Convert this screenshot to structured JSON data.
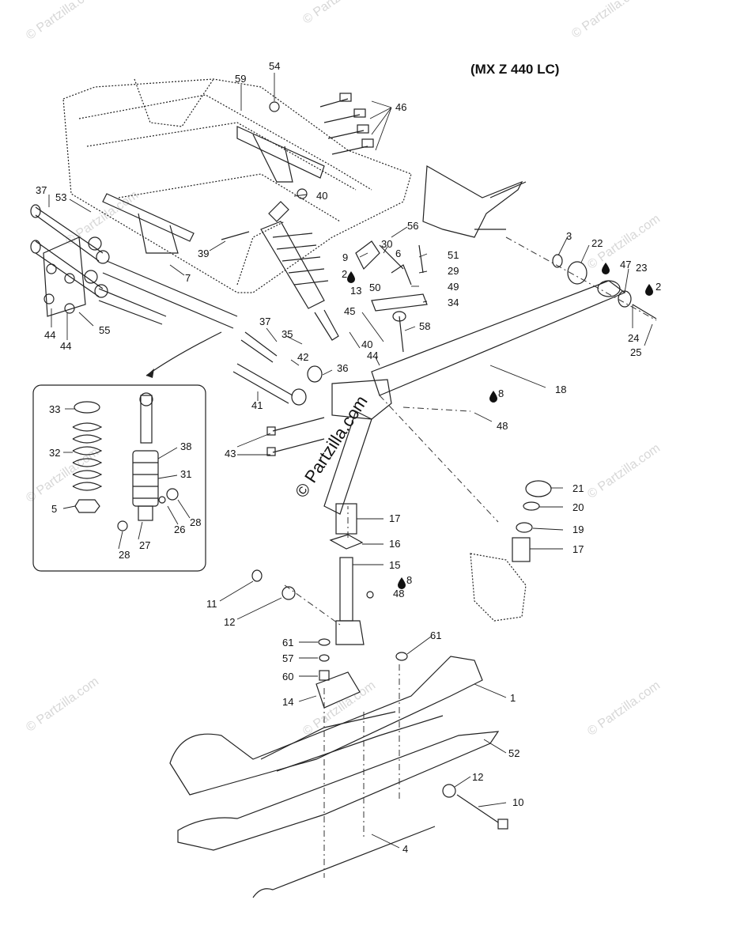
{
  "title": "(MX Z 440 LC)",
  "watermark": "© Partzilla.com",
  "callouts": [
    {
      "id": "c54",
      "label": "54"
    },
    {
      "id": "c59",
      "label": "59"
    },
    {
      "id": "c46",
      "label": "46"
    },
    {
      "id": "c37a",
      "label": "37"
    },
    {
      "id": "c53",
      "label": "53"
    },
    {
      "id": "c40a",
      "label": "40"
    },
    {
      "id": "c39",
      "label": "39"
    },
    {
      "id": "c7",
      "label": "7"
    },
    {
      "id": "c56",
      "label": "56"
    },
    {
      "id": "c30",
      "label": "30"
    },
    {
      "id": "c9",
      "label": "9"
    },
    {
      "id": "c6",
      "label": "6"
    },
    {
      "id": "c51",
      "label": "51"
    },
    {
      "id": "c2a",
      "label": "2"
    },
    {
      "id": "c29",
      "label": "29"
    },
    {
      "id": "c13",
      "label": "13"
    },
    {
      "id": "c50",
      "label": "50"
    },
    {
      "id": "c49",
      "label": "49"
    },
    {
      "id": "c34",
      "label": "34"
    },
    {
      "id": "c3",
      "label": "3"
    },
    {
      "id": "c22",
      "label": "22"
    },
    {
      "id": "c47",
      "label": "47"
    },
    {
      "id": "c23",
      "label": "23"
    },
    {
      "id": "c2b",
      "label": "2"
    },
    {
      "id": "c24",
      "label": "24"
    },
    {
      "id": "c25",
      "label": "25"
    },
    {
      "id": "c44a",
      "label": "44"
    },
    {
      "id": "c44b",
      "label": "44"
    },
    {
      "id": "c55",
      "label": "55"
    },
    {
      "id": "c45",
      "label": "45"
    },
    {
      "id": "c58",
      "label": "58"
    },
    {
      "id": "c37b",
      "label": "37"
    },
    {
      "id": "c35",
      "label": "35"
    },
    {
      "id": "c40b",
      "label": "40"
    },
    {
      "id": "c42",
      "label": "42"
    },
    {
      "id": "c36",
      "label": "36"
    },
    {
      "id": "c44c",
      "label": "44"
    },
    {
      "id": "c18",
      "label": "18"
    },
    {
      "id": "c8a",
      "label": "8"
    },
    {
      "id": "c48a",
      "label": "48"
    },
    {
      "id": "c41",
      "label": "41"
    },
    {
      "id": "c43",
      "label": "43"
    },
    {
      "id": "c33",
      "label": "33"
    },
    {
      "id": "c32",
      "label": "32"
    },
    {
      "id": "c38",
      "label": "38"
    },
    {
      "id": "c31",
      "label": "31"
    },
    {
      "id": "c5",
      "label": "5"
    },
    {
      "id": "c28a",
      "label": "28"
    },
    {
      "id": "c26",
      "label": "26"
    },
    {
      "id": "c27",
      "label": "27"
    },
    {
      "id": "c28b",
      "label": "28"
    },
    {
      "id": "c21",
      "label": "21"
    },
    {
      "id": "c20",
      "label": "20"
    },
    {
      "id": "c19",
      "label": "19"
    },
    {
      "id": "c17a",
      "label": "17"
    },
    {
      "id": "c17b",
      "label": "17"
    },
    {
      "id": "c16",
      "label": "16"
    },
    {
      "id": "c15",
      "label": "15"
    },
    {
      "id": "c8b",
      "label": "8"
    },
    {
      "id": "c48b",
      "label": "48"
    },
    {
      "id": "c11",
      "label": "11"
    },
    {
      "id": "c12a",
      "label": "12"
    },
    {
      "id": "c61a",
      "label": "61"
    },
    {
      "id": "c61b",
      "label": "61"
    },
    {
      "id": "c57",
      "label": "57"
    },
    {
      "id": "c60",
      "label": "60"
    },
    {
      "id": "c14",
      "label": "14"
    },
    {
      "id": "c1",
      "label": "1"
    },
    {
      "id": "c52",
      "label": "52"
    },
    {
      "id": "c12b",
      "label": "12"
    },
    {
      "id": "c10",
      "label": "10"
    },
    {
      "id": "c4",
      "label": "4"
    }
  ]
}
